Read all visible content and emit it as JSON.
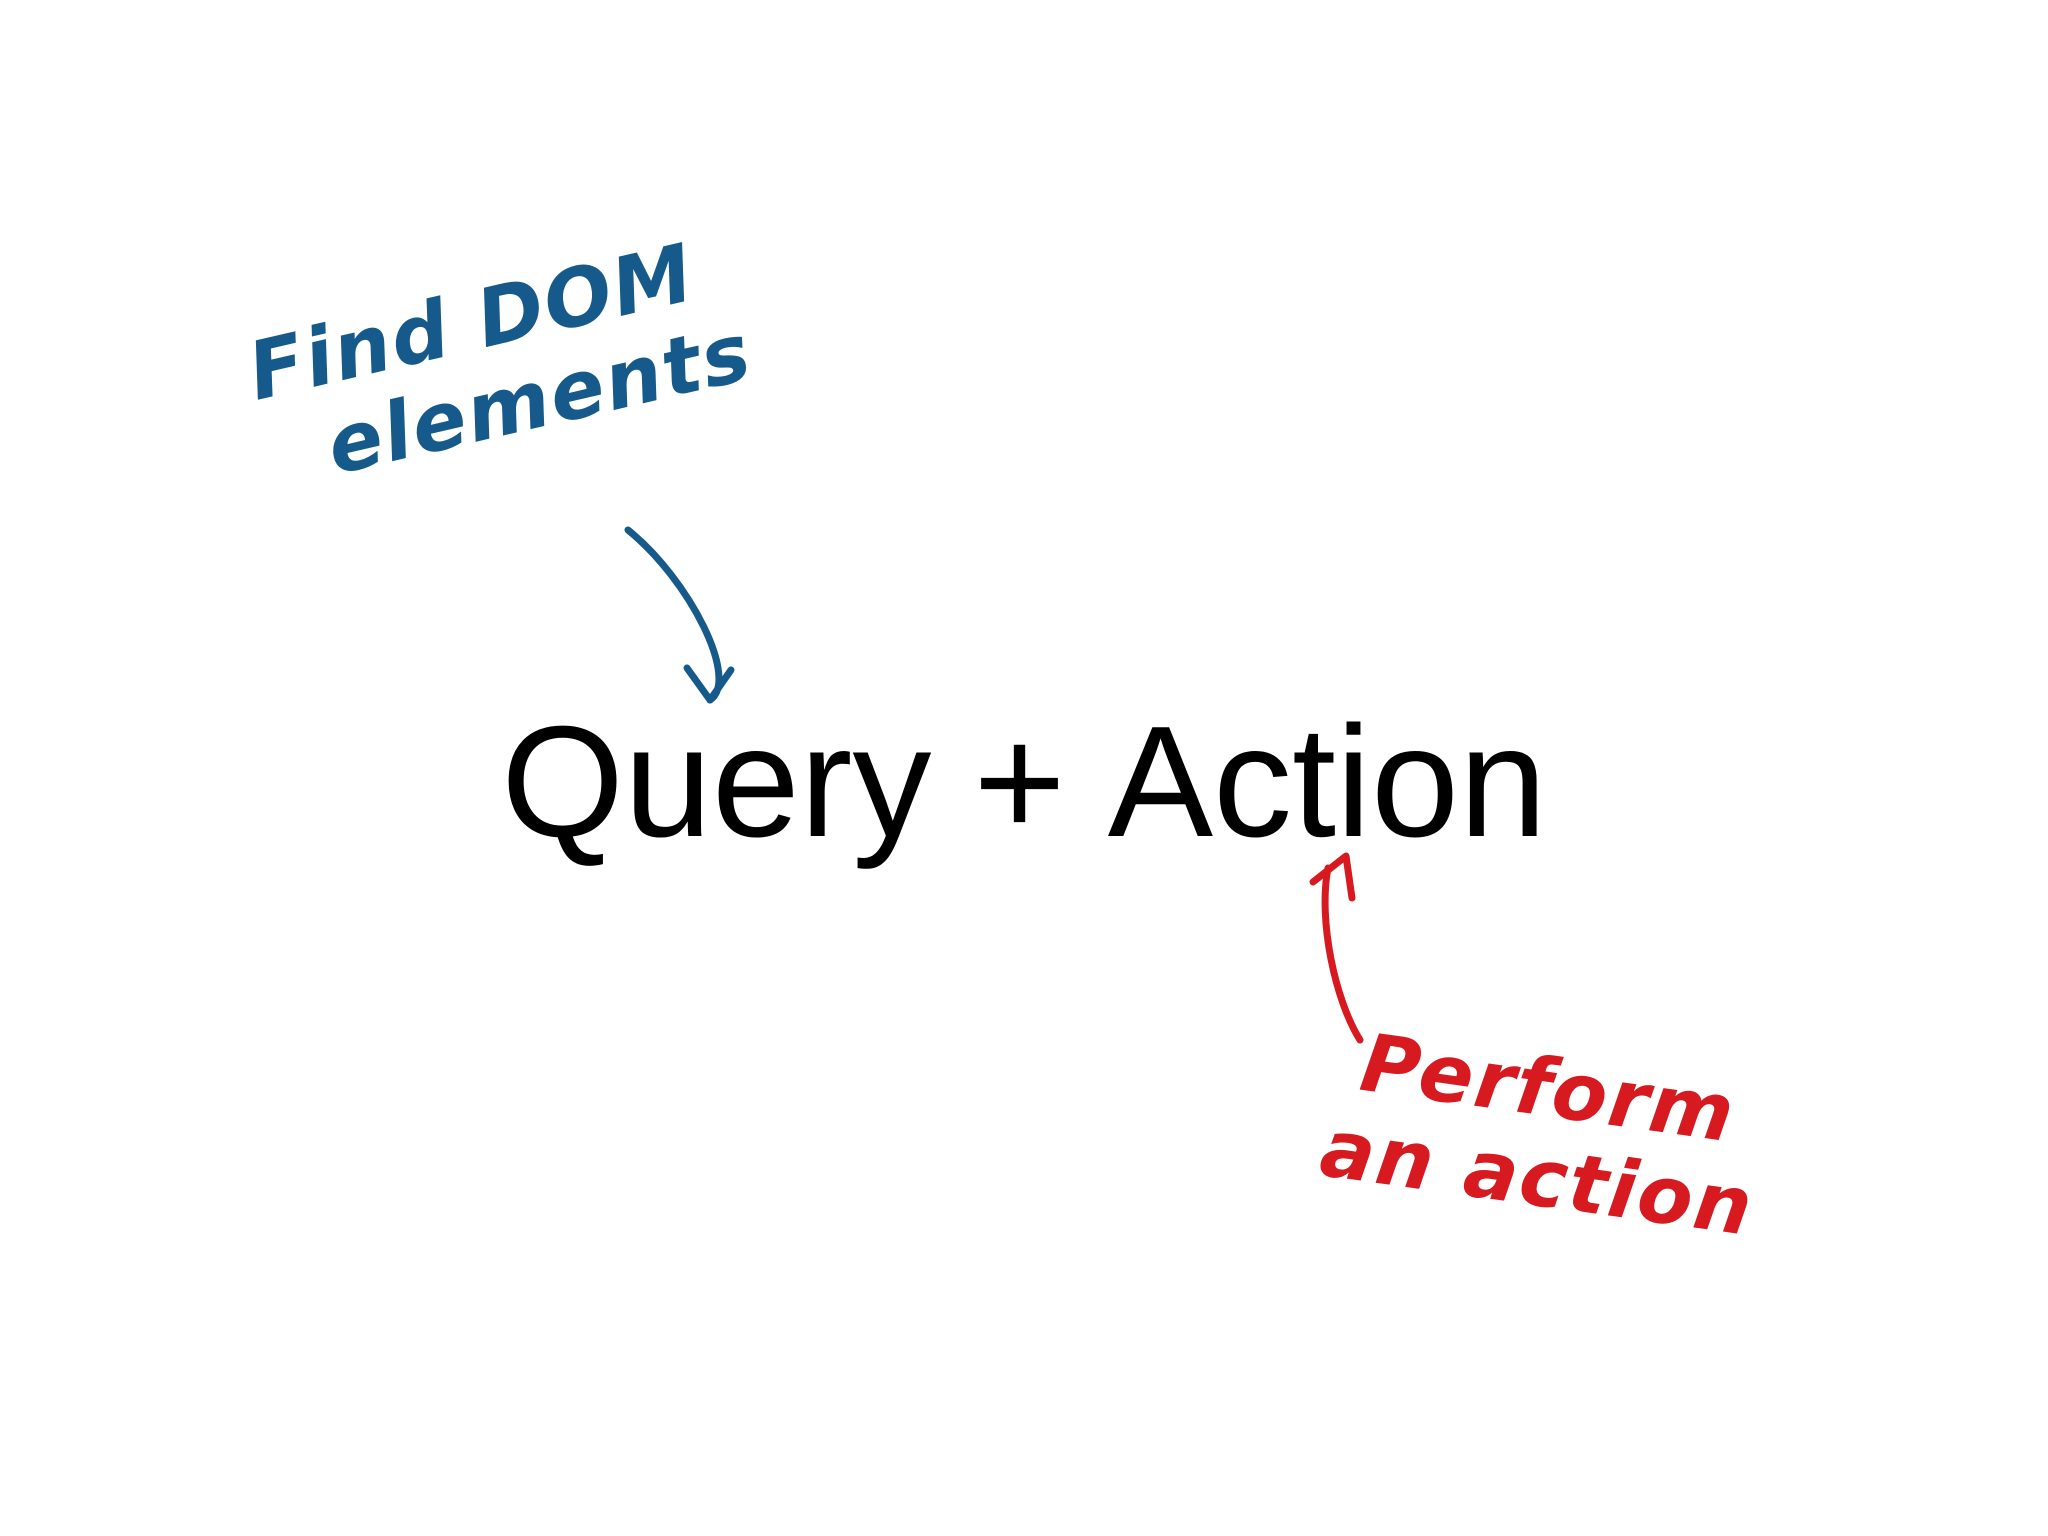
{
  "formula": {
    "query": "Query",
    "plus": "+",
    "action": "Action"
  },
  "annotations": {
    "query_note": {
      "line1": "Find DOM",
      "line2": "elements",
      "color": "#155a8a"
    },
    "action_note": {
      "line1": "Perform",
      "line2": "an action",
      "color": "#d71920"
    }
  }
}
